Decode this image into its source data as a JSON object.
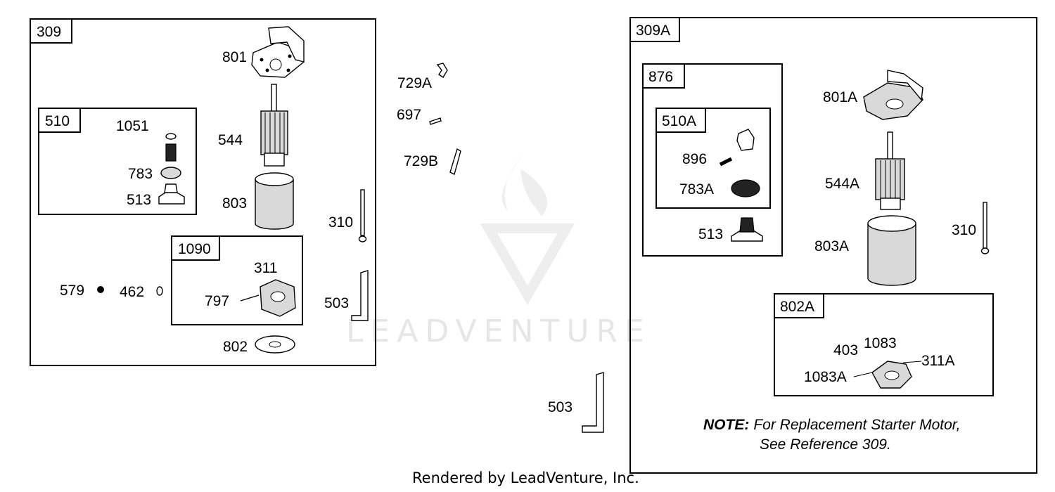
{
  "watermark": {
    "text": "LEADVENTURE"
  },
  "footer": {
    "text": "Rendered by LeadVenture, Inc."
  },
  "box_309": {
    "ref": "309",
    "parts": {
      "p801": "801",
      "p544": "544",
      "p803": "803",
      "p579": "579",
      "p462": "462",
      "p802": "802"
    },
    "box_510": {
      "ref": "510",
      "parts": {
        "p1051": "1051",
        "p783": "783",
        "p513": "513"
      }
    },
    "box_1090": {
      "ref": "1090",
      "parts": {
        "p311": "311",
        "p797": "797"
      }
    }
  },
  "loose_parts": {
    "p729A": "729A",
    "p697": "697",
    "p729B": "729B",
    "p310": "310",
    "p503a": "503",
    "p503b": "503"
  },
  "box_309A": {
    "ref": "309A",
    "parts": {
      "p801A": "801A",
      "p544A": "544A",
      "p310": "310",
      "p803A": "803A"
    },
    "box_876": {
      "ref": "876",
      "parts": {
        "p513": "513"
      },
      "box_510A": {
        "ref": "510A",
        "parts": {
          "p896": "896",
          "p783A": "783A"
        }
      }
    },
    "box_802A": {
      "ref": "802A",
      "parts": {
        "p403": "403",
        "p1083": "1083",
        "p1083A": "1083A",
        "p311A": "311A"
      }
    },
    "note": {
      "label": "NOTE:",
      "line1": "For Replacement Starter Motor,",
      "line2": "See Reference 309."
    }
  }
}
